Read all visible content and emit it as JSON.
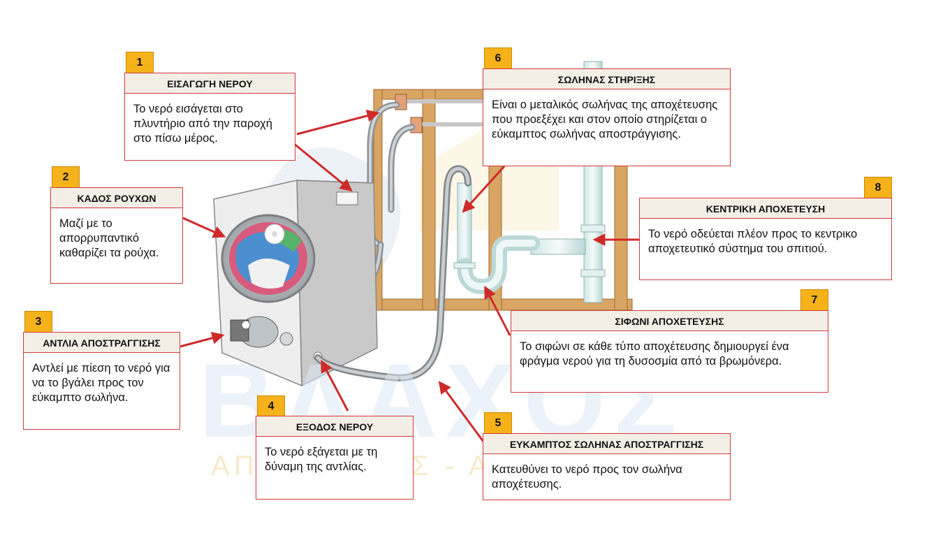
{
  "watermark": {
    "brand": "ΒΛΑΧΟΣ",
    "tagline": "ΑΠΟΦΡΑΞΕΙΣ - ΑΠΟΧΕΤΕΥΣΕΙΣ"
  },
  "labels": [
    {
      "num": "1",
      "title": "ΕΙΣΑΓΩΓΗ ΝΕΡΟΥ",
      "text": "Το νερό εισάγεται στο πλυντήριο από την παροχή στο πίσω μέρος."
    },
    {
      "num": "2",
      "title": "ΚΑΔΟΣ ΡΟΥΧΩΝ",
      "text": "Μαζί με το απορρυπαντικό καθαρίζει τα ρούχα."
    },
    {
      "num": "3",
      "title": "ΑΝΤΛΙΑ ΑΠΟΣΤΡΑΓΓΙΣΗΣ",
      "text": "Αντλεί με πίεση το νερό για να το βγάλει προς τον εύκαμπτο σωλήνα."
    },
    {
      "num": "4",
      "title": "ΕΞΟΔΟΣ ΝΕΡΟΥ",
      "text": "Το νερό εξάγεται με τη δύναμη της αντλίας."
    },
    {
      "num": "5",
      "title": "ΕΥΚΑΜΠΤΟΣ ΣΩΛΗΝΑΣ ΑΠΟΣΤΡΑΓΓΙΣΗΣ",
      "text": "Κατευθύνει το νερό προς τον σωλήνα αποχέτευσης."
    },
    {
      "num": "6",
      "title": "ΣΩΛΗΝΑΣ ΣΤΗΡΙΞΗΣ",
      "text": "Είναι ο μεταλικός σωλήνας της αποχέτευσης που προεξέχει και στον οποίο στηρίζεται ο εύκαμπτος σωλήνας αποστράγγισης."
    },
    {
      "num": "7",
      "title": "ΣΙΦΩΝΙ ΑΠΟΧΕΤΕΥΣΗΣ",
      "text": "Το σιφώνι σε κάθε τύπο αποχέτευσης δημιουργεί ένα φράγμα νερού για τη δυσοσμία από τα βρωμόνερα."
    },
    {
      "num": "8",
      "title": "ΚΕΝΤΡΙΚΗ ΑΠΟΧΕΤΕΥΣΗ",
      "text": "Το νερό οδεύεται πλέον προς το κεντρικο αποχετευτικό σύστημα του σπιτιού."
    }
  ],
  "colors": {
    "accent_red": "#cf3a3a",
    "badge_orange": "#f6b21a",
    "header_bg": "#f4efe6",
    "wood": "#d7a15f"
  }
}
